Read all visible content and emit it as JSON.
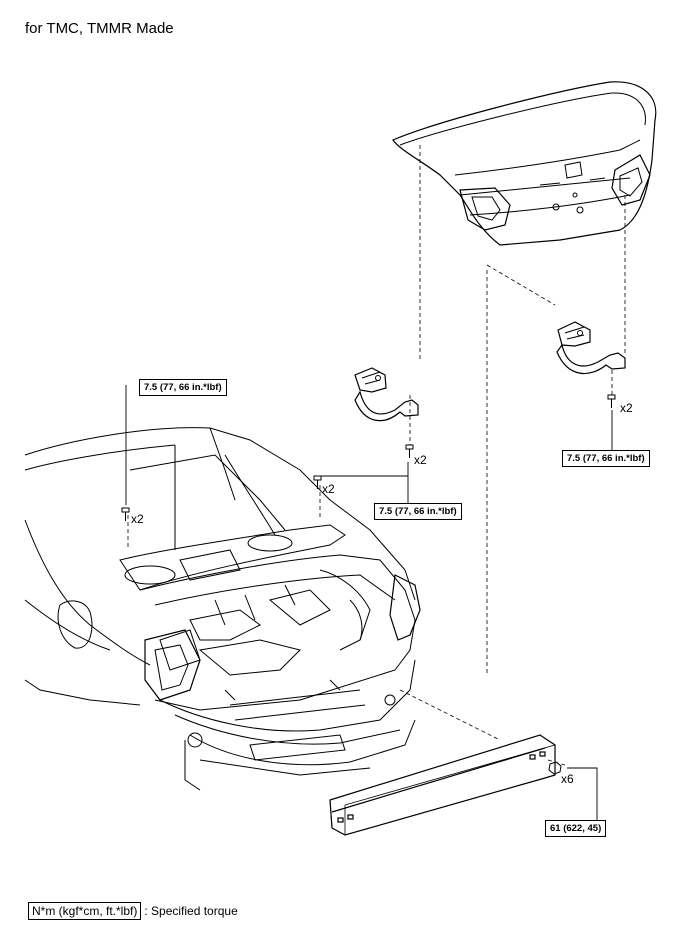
{
  "header": {
    "title": "for TMC, TMMR Made"
  },
  "torque_labels": {
    "left_body": "7.5 (77, 66 in.*lbf)",
    "center_hinge": "7.5 (77, 66 in.*lbf)",
    "right_hinge": "7.5 (77, 66 in.*lbf)",
    "reinforcement": "61 (622, 45)"
  },
  "quantities": {
    "left_body": "x2",
    "center_upper": "x2",
    "center_lower": "x2",
    "right_hinge": "x2",
    "reinforcement": "x6"
  },
  "legend": {
    "unit_box": "N*m (kgf*cm, ft.*lbf)",
    "description": ": Specified torque"
  },
  "colors": {
    "line": "#000000",
    "background": "#ffffff"
  }
}
